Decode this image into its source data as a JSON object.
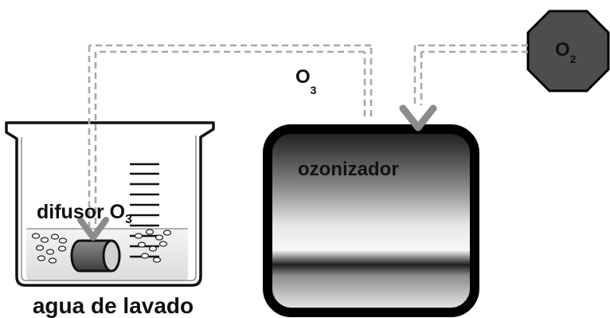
{
  "labels": {
    "o3_symbol": "O",
    "o3_subscript": "3",
    "o2_symbol": "O",
    "o2_subscript": "2",
    "ozonizador": "ozonizador",
    "difusor": "difusor O",
    "difusor_subscript": "3",
    "agua_de_lavado": "agua de lavado"
  },
  "colors": {
    "outline": "#111111",
    "pipe": "#a8a8a8",
    "octagon_fill": "#4d4d4d",
    "bubble": "#222222"
  },
  "icons": {
    "o2_source": "octagon-icon",
    "beaker": "beaker-icon",
    "diffuser": "cylinder-diffuser-icon",
    "ozone_generator": "ozonizer-box-icon",
    "flow_arrow": "chevron-down-icon"
  }
}
